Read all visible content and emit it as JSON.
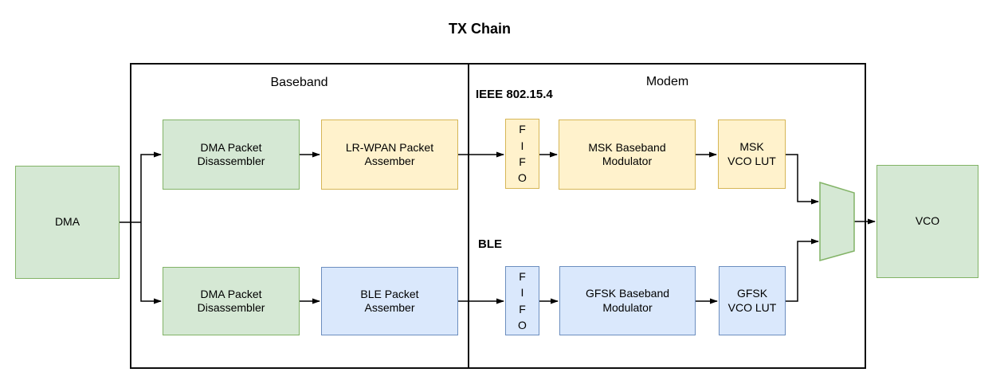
{
  "title": "TX Chain",
  "colors": {
    "green_fill": "#d5e8d4",
    "green_stroke": "#82b366",
    "yellow_fill": "#fff2cc",
    "yellow_stroke": "#d6b656",
    "blue_fill": "#dae8fc",
    "blue_stroke": "#6c8ebf",
    "wire": "#000000",
    "region_stroke": "#0d0d0d"
  },
  "regions": {
    "baseband_label": "Baseband",
    "modem_label": "Modem"
  },
  "path_labels": {
    "ieee": "IEEE 802.15.4",
    "ble": "BLE"
  },
  "blocks": {
    "dma": {
      "label": "DMA"
    },
    "dma_disassembler_top": {
      "lines": [
        "DMA Packet",
        "Disassembler"
      ]
    },
    "lrwpan_assembler": {
      "lines": [
        "LR-WPAN Packet",
        "Assember"
      ]
    },
    "fifo_ieee": {
      "letters": [
        "F",
        "I",
        "F",
        "O"
      ]
    },
    "msk_modulator": {
      "lines": [
        "MSK Baseband",
        "Modulator"
      ]
    },
    "msk_vco_lut": {
      "lines": [
        "MSK",
        "VCO LUT"
      ]
    },
    "dma_disassembler_bottom": {
      "lines": [
        "DMA Packet",
        "Disassembler"
      ]
    },
    "ble_assembler": {
      "lines": [
        "BLE Packet",
        "Assember"
      ]
    },
    "fifo_ble": {
      "letters": [
        "F",
        "I",
        "F",
        "O"
      ]
    },
    "gfsk_modulator": {
      "lines": [
        "GFSK Baseband",
        "Modulator"
      ]
    },
    "gfsk_vco_lut": {
      "lines": [
        "GFSK",
        "VCO LUT"
      ]
    },
    "mux": {
      "name": "multiplexer"
    },
    "vco": {
      "label": "VCO"
    }
  }
}
